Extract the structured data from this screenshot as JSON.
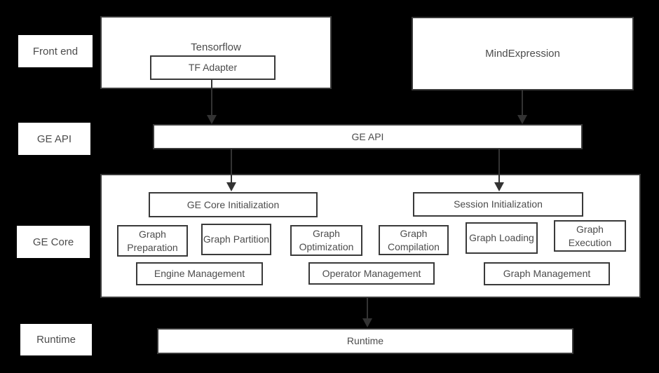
{
  "colors": {
    "background": "#000000",
    "box_fill": "#ffffff",
    "box_border": "#3a3a3a",
    "text": "#4c4c4c",
    "arrow": "#333333"
  },
  "side_labels": {
    "front_end": "Front end",
    "ge_api": "GE API",
    "ge_core": "GE Core",
    "runtime": "Runtime"
  },
  "front_end": {
    "tensorflow": {
      "title": "Tensorflow",
      "adapter": "TF Adapter"
    },
    "mind_expression": {
      "title": "MindExpression"
    }
  },
  "ge_api_bar": {
    "label": "GE API"
  },
  "ge_core": {
    "init_boxes": [
      {
        "label": "GE Core Initialization"
      },
      {
        "label": "Session Initialization"
      }
    ],
    "stage_boxes": [
      {
        "label": "Graph Preparation"
      },
      {
        "label": "Graph Partition"
      },
      {
        "label": "Graph Optimization"
      },
      {
        "label": "Graph Compilation"
      },
      {
        "label": "Graph Loading"
      },
      {
        "label": "Graph Execution"
      }
    ],
    "management_boxes": [
      {
        "label": "Engine Management"
      },
      {
        "label": "Operator Management"
      },
      {
        "label": "Graph Management"
      }
    ]
  },
  "runtime_bar": {
    "label": "Runtime"
  }
}
